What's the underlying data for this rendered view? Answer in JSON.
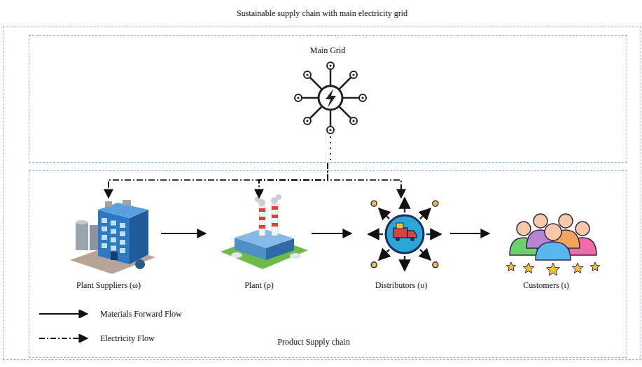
{
  "diagram": {
    "nodes": [
      {
        "text": [
          "Sustainable supply chain with main electricity grid"
        ]
      },
      {
        "text": [
          "Main Grid"
        ],
        "in": 0
      },
      {
        "text": [
          "Product Supply chain"
        ],
        "in": 0
      },
      {
        "text": [
          "Plant Suppliers (ω)"
        ],
        "in": 2
      },
      {
        "text": [
          "Plant (ρ)"
        ],
        "in": 2
      },
      {
        "text": [
          "Distributors (υ)"
        ],
        "in": 2
      },
      {
        "text": [
          "Customers (ι)"
        ],
        "in": 2
      }
    ],
    "edges": [
      {
        "from": 1,
        "to": 3,
        "arrow": "to"
      },
      {
        "from": 1,
        "to": 4,
        "arrow": "to"
      },
      {
        "from": 1,
        "to": 5,
        "arrow": "to"
      },
      {
        "from": 3,
        "to": 4,
        "arrow": "to"
      },
      {
        "from": 4,
        "to": 5,
        "arrow": "to"
      },
      {
        "from": 5,
        "to": 6,
        "arrow": "to"
      }
    ],
    "legend": [
      {
        "text": "Materials Forward Flow"
      },
      {
        "text": "Electricity Flow"
      }
    ]
  }
}
